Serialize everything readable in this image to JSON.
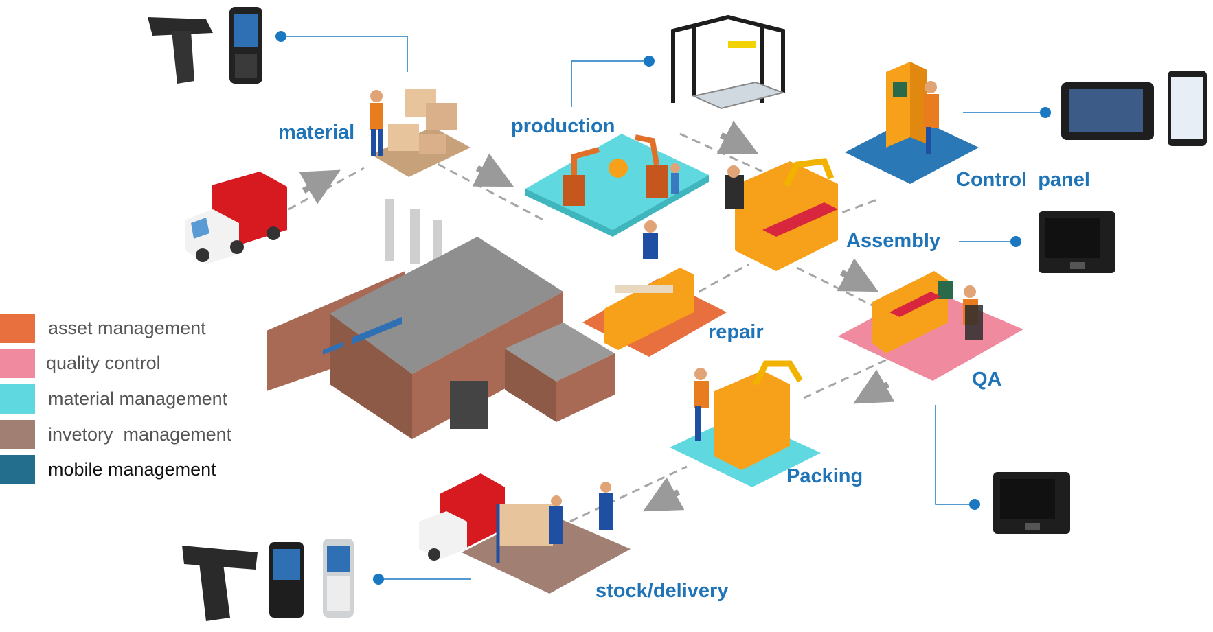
{
  "labels": {
    "material": "material",
    "production": "production",
    "control_panel": "Control  panel",
    "assembly": "Assembly",
    "repair": "repair",
    "qa": "QA",
    "packing": "Packing",
    "stock_delivery": "stock/delivery"
  },
  "legend": [
    {
      "label": "asset management",
      "color": "#e8703e"
    },
    {
      "label": "quality control",
      "color": "#f08a9e"
    },
    {
      "label": "material management",
      "color": "#5fd8df"
    },
    {
      "label": "invetory  management",
      "color": "#a17f73"
    },
    {
      "label": "mobile management",
      "color": "#236e8c"
    }
  ],
  "colors": {
    "accent_blue": "#1f74b8",
    "connector_blue": "#1a78c2",
    "arrow_gray": "#9a9a9a",
    "machine_orange": "#f7a11a"
  },
  "icons": [
    "truck-icon",
    "factory-building-icon",
    "worker-icon",
    "robot-arm-icon",
    "handheld-scanner-icon",
    "tablet-icon",
    "smartphone-icon",
    "terminal-icon",
    "pallet-wrapper-icon"
  ]
}
